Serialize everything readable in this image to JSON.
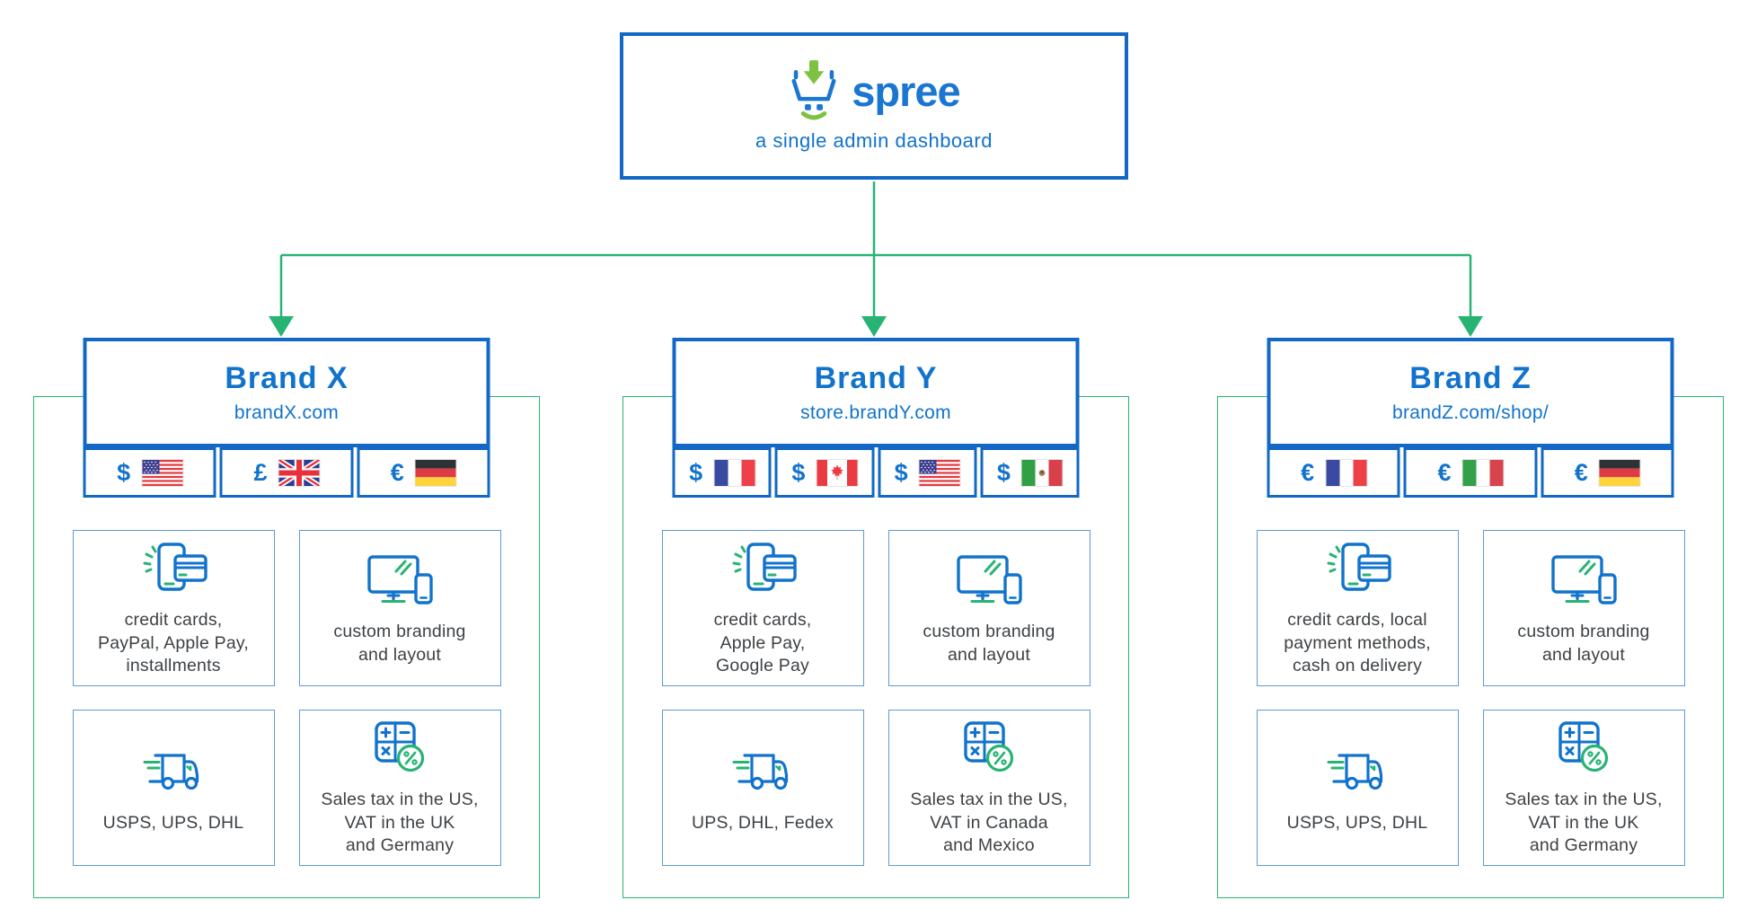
{
  "colors": {
    "brand_blue": "#1173CC",
    "border_blue": "#1268C4",
    "card_border_blue": "#5E9AD6",
    "emerald_green": "#27B473",
    "lime_green": "#7DC242",
    "text_dark": "#3D4145"
  },
  "header": {
    "logo_text": "spree",
    "subtitle": "a single admin dashboard"
  },
  "brands": [
    {
      "name": "Brand X",
      "domain": "brandX.com",
      "currencies": [
        {
          "symbol": "$",
          "flag": "us"
        },
        {
          "symbol": "£",
          "flag": "uk"
        },
        {
          "symbol": "€",
          "flag": "de"
        }
      ],
      "cards": [
        {
          "icon": "payments",
          "text": "credit cards,\nPayPal, Apple Pay,\ninstallments"
        },
        {
          "icon": "branding",
          "text": "custom branding\nand layout"
        },
        {
          "icon": "shipping",
          "text": "USPS, UPS, DHL"
        },
        {
          "icon": "tax",
          "text": "Sales tax in the US,\nVAT in the UK\nand Germany"
        }
      ]
    },
    {
      "name": "Brand Y",
      "domain": "store.brandY.com",
      "currencies": [
        {
          "symbol": "$",
          "flag": "fr"
        },
        {
          "symbol": "$",
          "flag": "ca"
        },
        {
          "symbol": "$",
          "flag": "us"
        },
        {
          "symbol": "$",
          "flag": "mx"
        }
      ],
      "cards": [
        {
          "icon": "payments",
          "text": "credit cards,\nApple Pay,\nGoogle Pay"
        },
        {
          "icon": "branding",
          "text": "custom branding\nand layout"
        },
        {
          "icon": "shipping",
          "text": "UPS, DHL, Fedex"
        },
        {
          "icon": "tax",
          "text": "Sales tax in the US,\nVAT in Canada\nand Mexico"
        }
      ]
    },
    {
      "name": "Brand Z",
      "domain": "brandZ.com/shop/",
      "currencies": [
        {
          "symbol": "€",
          "flag": "fr"
        },
        {
          "symbol": "€",
          "flag": "it"
        },
        {
          "symbol": "€",
          "flag": "de"
        }
      ],
      "cards": [
        {
          "icon": "payments",
          "text": "credit cards, local\npayment methods,\ncash on delivery"
        },
        {
          "icon": "branding",
          "text": "custom branding\nand layout"
        },
        {
          "icon": "shipping",
          "text": "USPS, UPS, DHL"
        },
        {
          "icon": "tax",
          "text": "Sales tax in the US,\nVAT in the UK\nand Germany"
        }
      ]
    }
  ]
}
